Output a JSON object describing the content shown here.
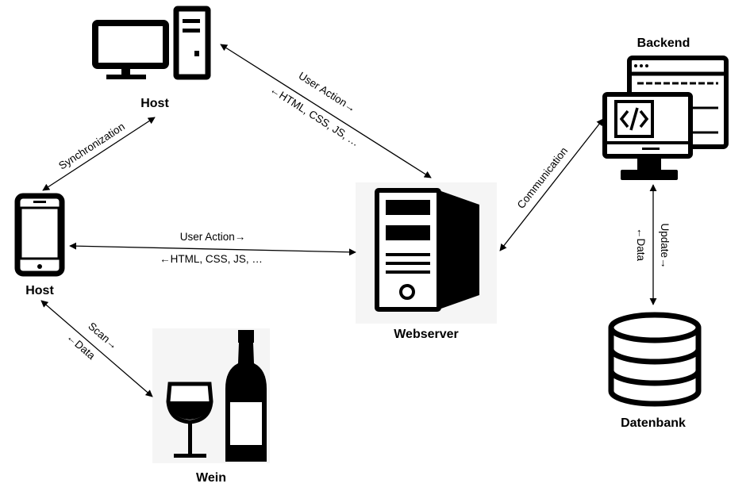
{
  "nodes": {
    "host_desktop": {
      "label": "Host"
    },
    "host_phone": {
      "label": "Host"
    },
    "webserver": {
      "label": "Webserver"
    },
    "backend": {
      "label": "Backend"
    },
    "datenbank": {
      "label": "Datenbank"
    },
    "wein": {
      "label": "Wein"
    }
  },
  "edges": {
    "desktop_webserver": {
      "label_top": "User Action→",
      "label_bottom": "←HTML, CSS, JS, …"
    },
    "phone_desktop": {
      "label": "Synchronization"
    },
    "phone_webserver": {
      "label_top": "User Action→",
      "label_bottom": "←HTML, CSS, JS, …"
    },
    "phone_wein": {
      "label_top": "Scan→",
      "label_bottom": "←Data"
    },
    "webserver_backend": {
      "label": "Communication"
    },
    "backend_datenbank": {
      "label_top": "Update→",
      "label_bottom": "←Data"
    }
  },
  "icons": {
    "desktop": "desktop-computer-icon",
    "phone": "smartphone-icon",
    "server": "server-tower-icon",
    "backend": "code-monitor-icon",
    "database": "database-icon",
    "wine": "wine-icon"
  }
}
